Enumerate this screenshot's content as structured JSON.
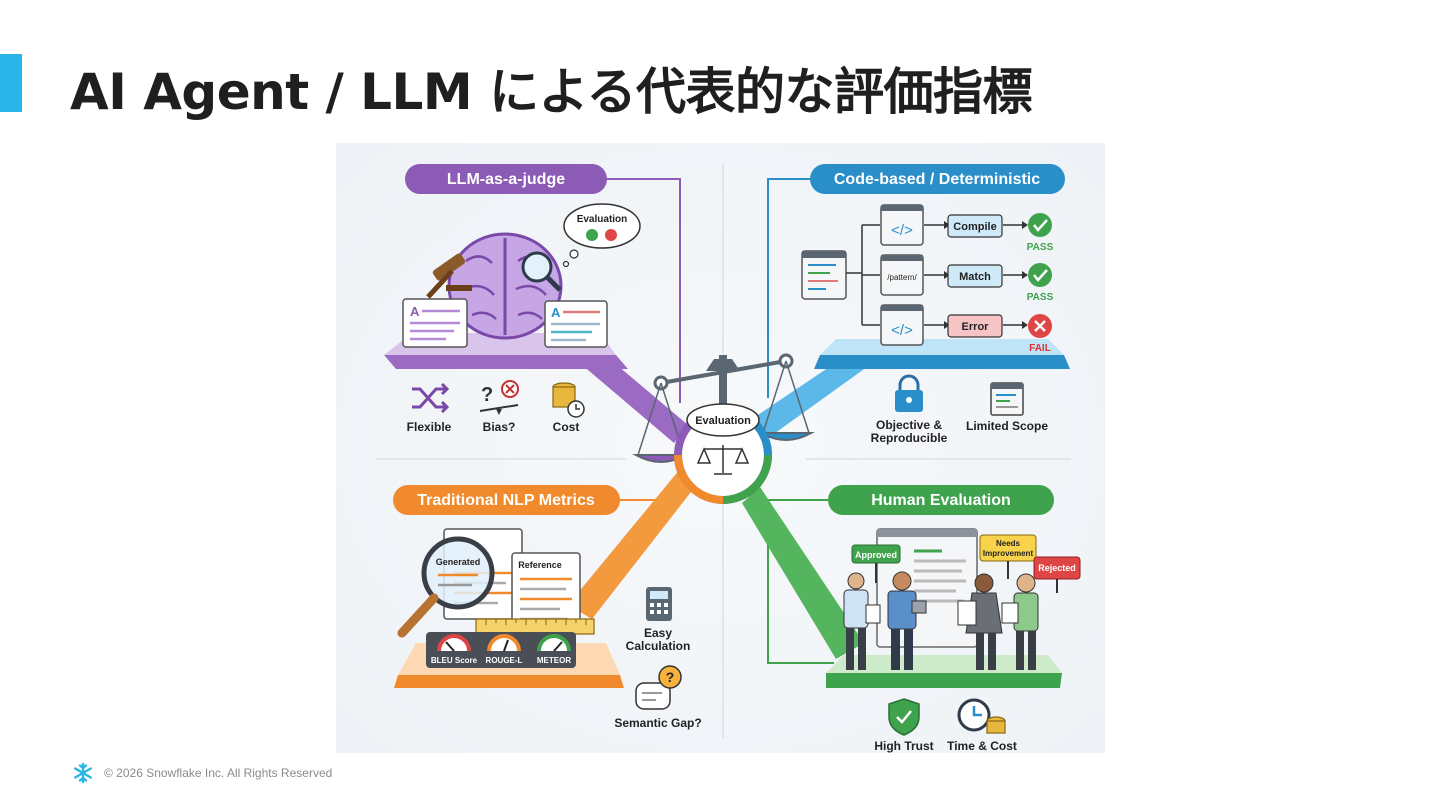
{
  "slide": {
    "title": "AI Agent / LLM による代表的な評価指標",
    "footer": "© 2026 Snowflake Inc. All Rights Reserved",
    "accent_color": "#29B5E8"
  },
  "diagram": {
    "center_label": "Evaluation",
    "llm_judge": {
      "header": "LLM-as-a-judge",
      "bubble": "Evaluation",
      "doc_letter_left": "A",
      "doc_letter_right": "A",
      "features": [
        "Flexible",
        "Bias?",
        "Cost"
      ],
      "color": "#8C5BB5"
    },
    "code_based": {
      "header": "Code-based / Deterministic",
      "pattern": "/pattern/",
      "steps": [
        {
          "label": "Compile",
          "result": "PASS"
        },
        {
          "label": "Match",
          "result": "PASS"
        },
        {
          "label": "Error",
          "result": "FAIL"
        }
      ],
      "features": [
        {
          "lines": [
            "Objective &",
            "Reproducible"
          ]
        },
        {
          "lines": [
            "Limited Scope"
          ]
        }
      ],
      "color": "#2A8FC9"
    },
    "nlp_metrics": {
      "header": "Traditional NLP Metrics",
      "doc_generated": "Generated",
      "doc_reference": "Reference",
      "gauges": [
        "BLEU Score",
        "ROUGE-L",
        "METEOR"
      ],
      "features": [
        {
          "lines": [
            "Easy",
            "Calculation"
          ]
        },
        {
          "lines": [
            "Semantic Gap?"
          ]
        }
      ],
      "color": "#F08A2C"
    },
    "human_eval": {
      "header": "Human Evaluation",
      "signs": [
        {
          "lines": [
            "Approved"
          ]
        },
        {
          "lines": [
            "Needs",
            "Improvement"
          ]
        },
        {
          "lines": [
            "Rejected"
          ]
        }
      ],
      "features": [
        "High Trust",
        "Time & Cost"
      ],
      "color": "#3FA34D"
    }
  }
}
